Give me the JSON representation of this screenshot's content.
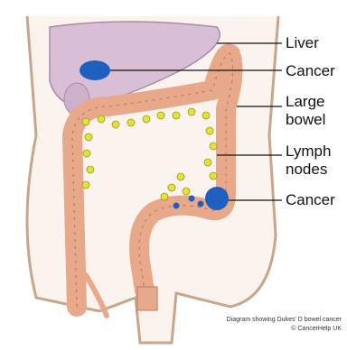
{
  "labels": {
    "liver": "Liver",
    "cancer_liver": "Cancer",
    "large_bowel_line1": "Large",
    "large_bowel_line2": "bowel",
    "lymph_nodes_line1": "Lymph",
    "lymph_nodes_line2": "nodes",
    "cancer_bowel": "Cancer"
  },
  "caption": {
    "line1": "Diagram showing Dukes' D bowel cancer",
    "line2": "© CancerHelp UK"
  },
  "colors": {
    "body_outline": "#c9a58a",
    "body_fill": "#fbf4ee",
    "liver": "#d9bfd6",
    "bowel": "#e8a98a",
    "bowel_stroke": "#b87a60",
    "lymph": "#e4e23a",
    "cancer": "#1f5fbf"
  }
}
